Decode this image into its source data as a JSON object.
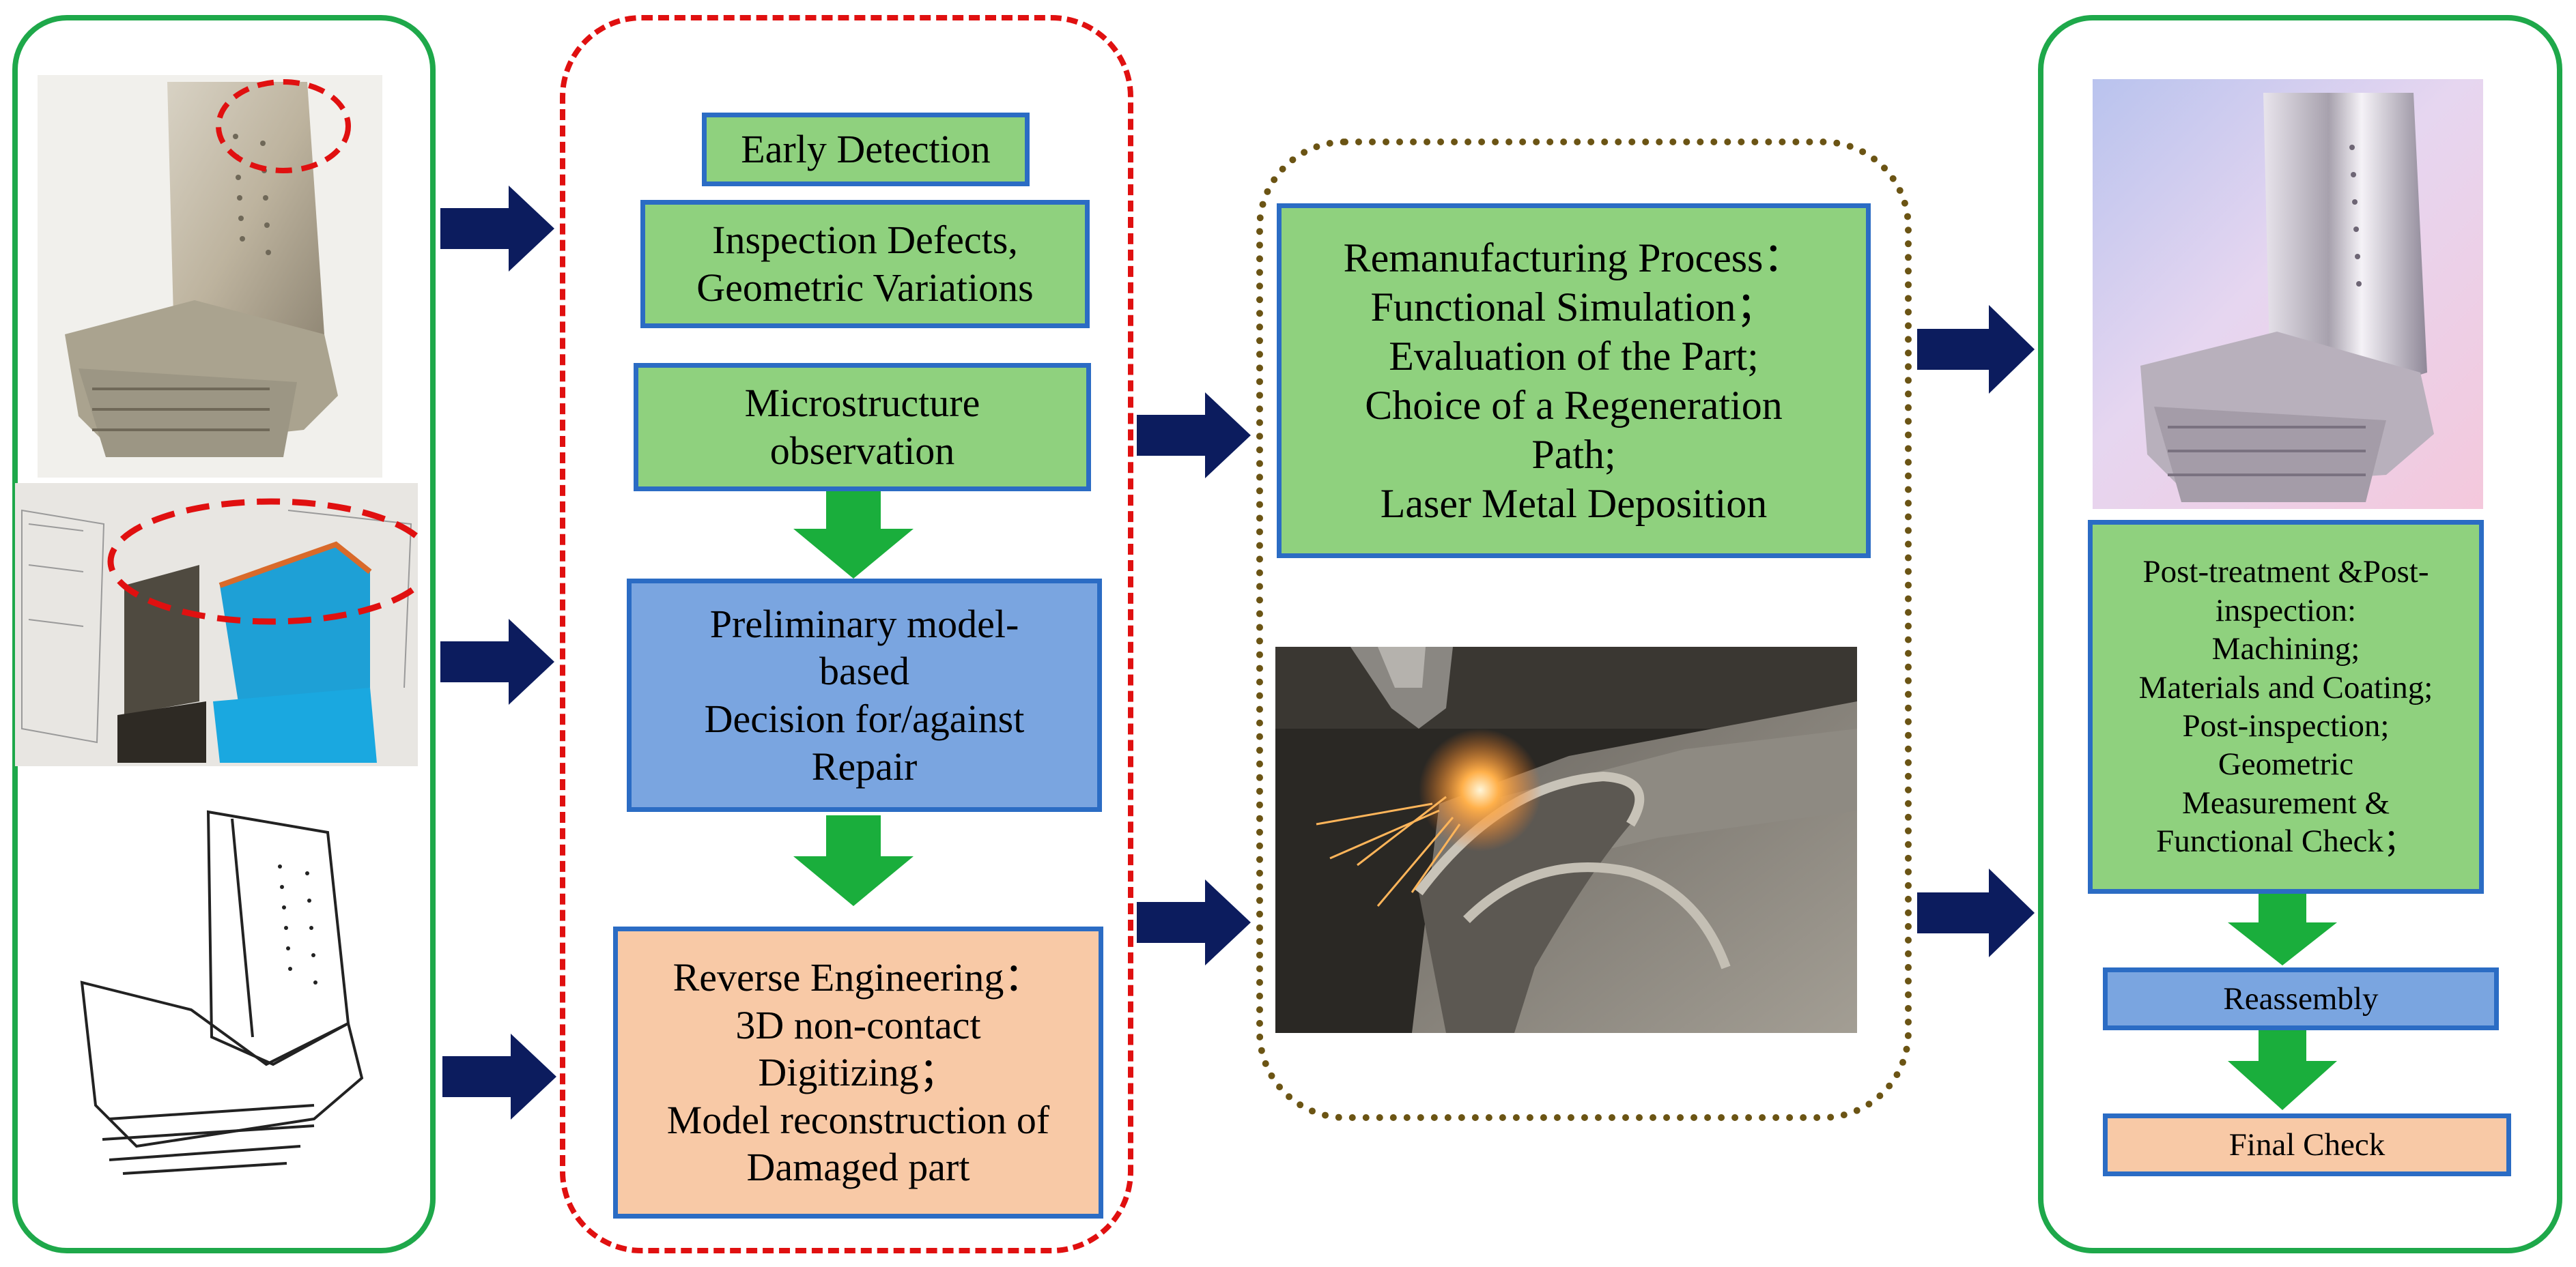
{
  "boxes": {
    "early_detection": "Early Detection",
    "inspection": [
      "Inspection Defects,",
      "Geometric Variations"
    ],
    "microstructure": [
      "Microstructure",
      "observation"
    ],
    "preliminary": [
      "Preliminary model-",
      "based",
      "Decision for/against",
      "Repair"
    ],
    "reverse": [
      "Reverse Engineering：",
      "3D non-contact",
      "Digitizing；",
      "Model reconstruction of",
      "Damaged part"
    ],
    "reman": [
      "Remanufacturing Process：",
      "Functional Simulation；",
      "Evaluation of the Part;",
      "Choice of a Regeneration",
      "Path;",
      "Laser Metal Deposition"
    ],
    "post": [
      "Post-treatment &Post-",
      "inspection:",
      "Machining;",
      "Materials and Coating;",
      "Post-inspection;",
      "Geometric",
      "Measurement &",
      "Functional Check；"
    ],
    "reassembly": "Reassembly",
    "final_check": "Final Check"
  },
  "colors": {
    "green_panel_border": "#1ea84a",
    "red_dashed_border": "#e01010",
    "dotted_brown_border": "#6b5414",
    "box_border": "#2b6cc4",
    "green_fill": "#8fd17e",
    "blue_fill": "#7aa5e0",
    "peach_fill": "#f8c9a6",
    "navy_arrow": "#0c1c5e",
    "green_arrow": "#1aae3c"
  }
}
